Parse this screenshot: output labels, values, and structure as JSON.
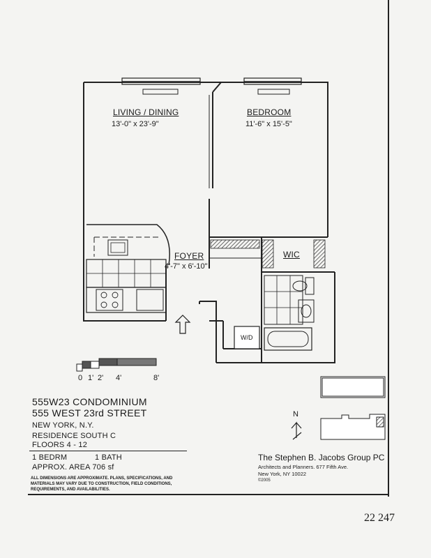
{
  "rooms": {
    "living": {
      "name": "LIVING / DINING",
      "dims": "13'-0\" x 23'-9\""
    },
    "bedroom": {
      "name": "BEDROOM",
      "dims": "11'-6\" x 15'-5\""
    },
    "foyer": {
      "name": "FOYER",
      "dims": "4'-7\" x 6'-10\""
    },
    "wic": {
      "name": "WIC"
    },
    "wd": {
      "name": "W/D"
    }
  },
  "scale": {
    "labels": [
      "0",
      "1'",
      "2'",
      "4'",
      "8'"
    ]
  },
  "north_label": "N",
  "title_block": {
    "building": "555W23 CONDOMINIUM",
    "street": "555 WEST 23rd STREET",
    "city": "NEW YORK, N.Y.",
    "residence": "RESIDENCE SOUTH C",
    "floors": "FLOORS 4 - 12",
    "beds": "1 BEDRM",
    "baths": "1 BATH",
    "area": "APPROX. AREA 706 sf",
    "disclaimer": [
      "ALL DIMENSIONS ARE APPROXIMATE. PLANS, SPECIFICATIONS, AND",
      "MATERIALS MAY VARY DUE TO CONSTRUCTION, FIELD CONDITIONS,",
      "REQUIREMENTS, AND AVAILABILITIES."
    ]
  },
  "firm": {
    "name": "The Stephen B. Jacobs Group PC",
    "line1": "Architects and Planners. 677 Fifth Ave.",
    "line2": "New York, NY 10022",
    "copyright": "©2005"
  },
  "page_number": "22 247"
}
